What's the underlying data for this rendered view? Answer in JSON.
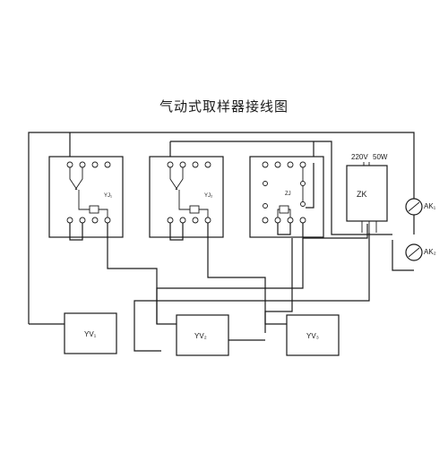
{
  "title": "气动式取样器接线图",
  "relays": [
    {
      "label": "YJ₁"
    },
    {
      "label": "YJ₂"
    },
    {
      "label": "ZJ"
    }
  ],
  "timer": {
    "label": "ZK",
    "voltage": "220V",
    "power": "50W"
  },
  "buttons": [
    {
      "label": "AK₁"
    },
    {
      "label": "AK₂"
    }
  ],
  "valves": [
    {
      "label": "YV₁"
    },
    {
      "label": "YV₂"
    },
    {
      "label": "YV₃"
    }
  ]
}
